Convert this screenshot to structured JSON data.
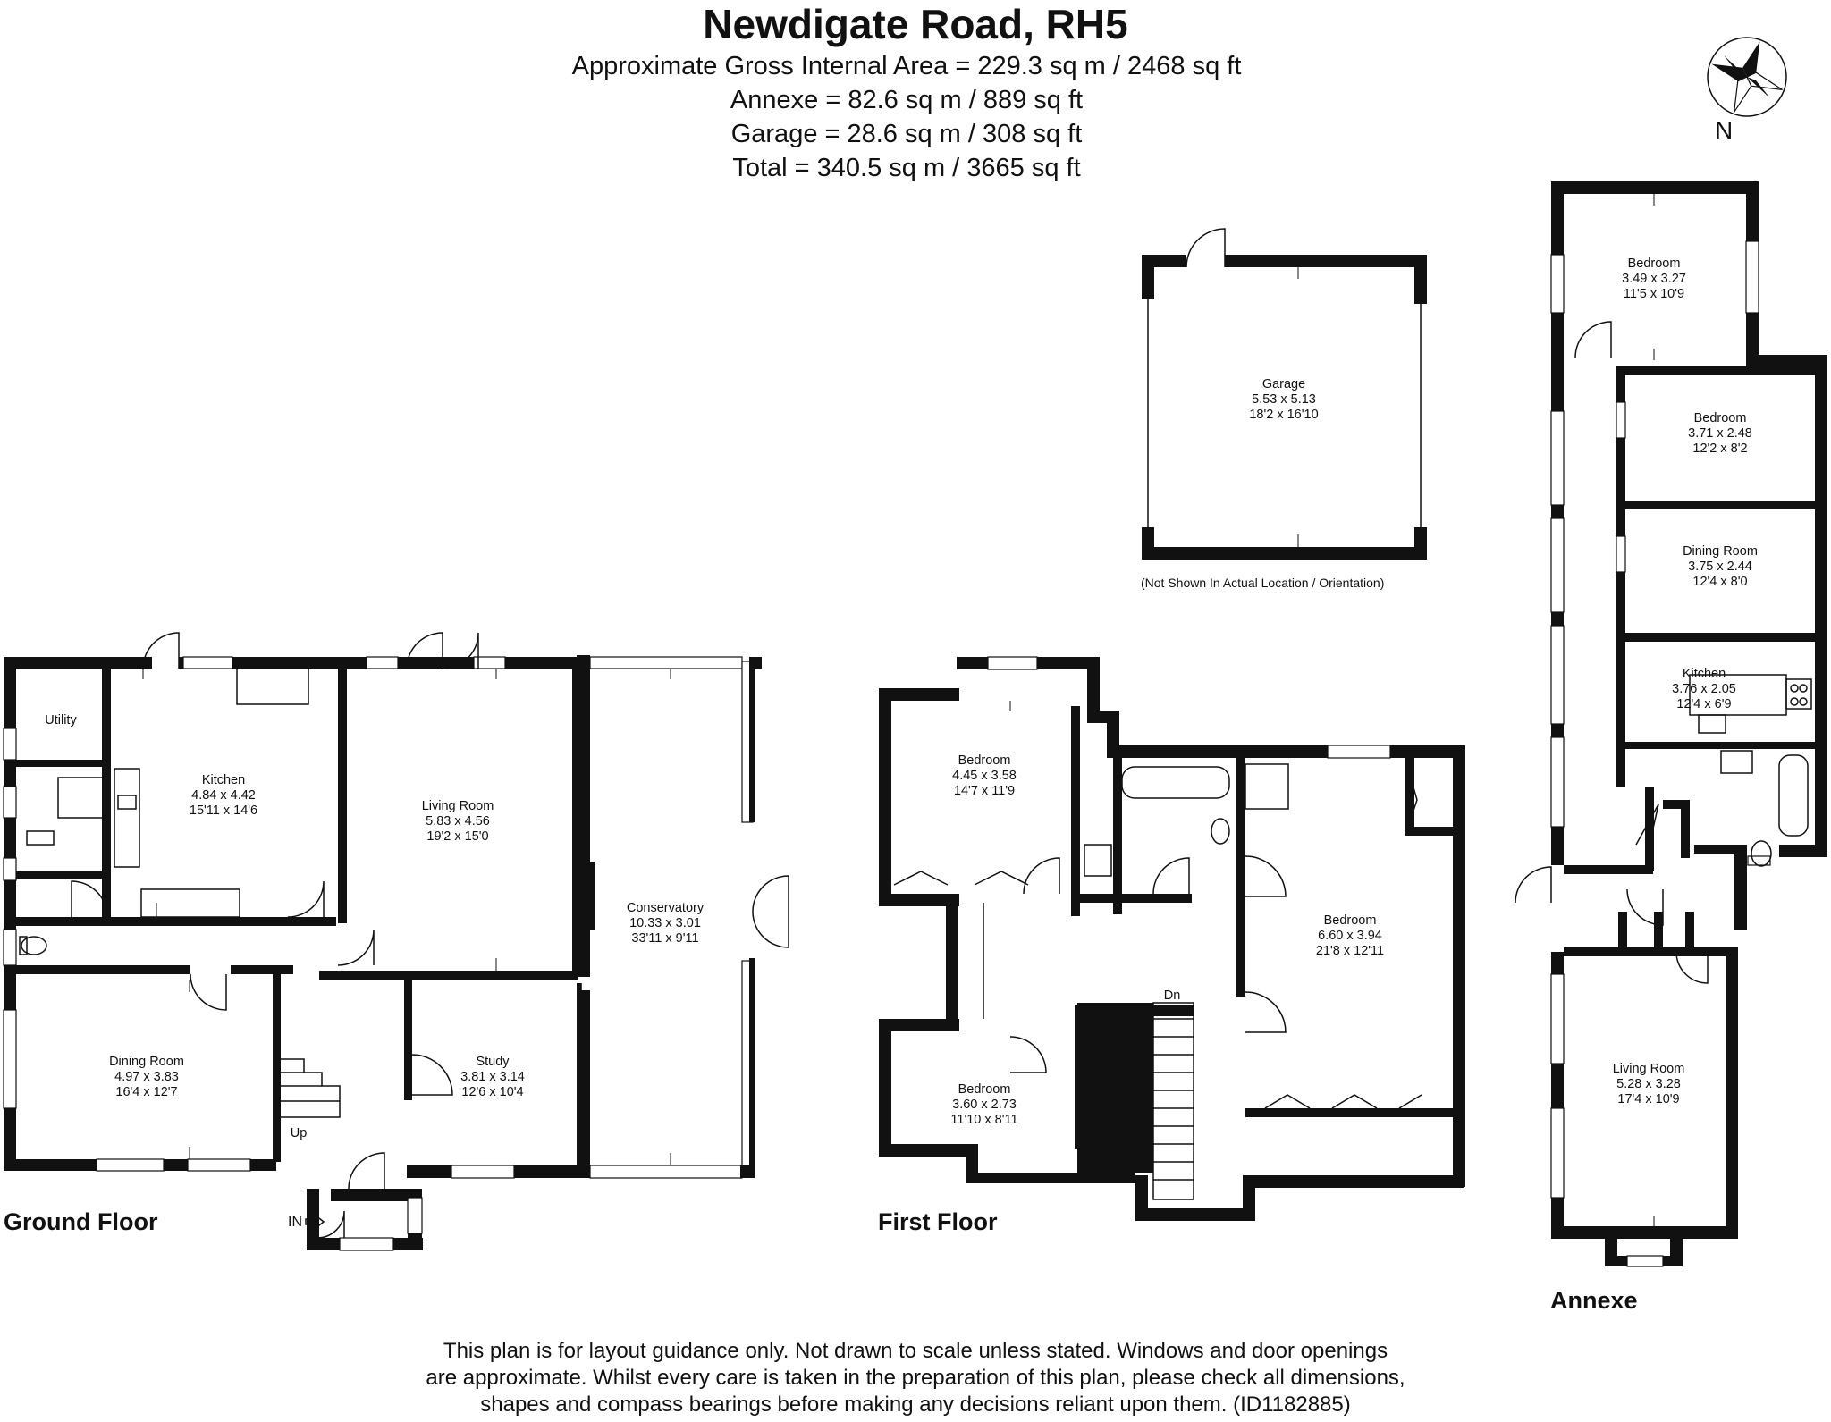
{
  "title": "Newdigate Road, RH5",
  "areas": [
    "Approximate Gross Internal Area = 229.3 sq m / 2468 sq ft",
    "Annexe = 82.6 sq m / 889 sq ft",
    "Garage = 28.6 sq m / 308 sq ft",
    "Total = 340.5 sq m / 3665 sq ft"
  ],
  "compass": {
    "label": "N",
    "icon": "compass-star-icon"
  },
  "floors": {
    "ground": "Ground Floor",
    "first": "First Floor",
    "annexe": "Annexe"
  },
  "garage_note": "(Not Shown In Actual Location / Orientation)",
  "markers": {
    "up": "Up",
    "down": "Dn",
    "entrance": "IN"
  },
  "rooms": {
    "utility": {
      "name": "Utility"
    },
    "kitchen": {
      "name": "Kitchen",
      "metric": "4.84 x 4.42",
      "imperial": "15'11 x 14'6"
    },
    "living_room": {
      "name": "Living Room",
      "metric": "5.83 x 4.56",
      "imperial": "19'2 x 15'0"
    },
    "conservatory": {
      "name": "Conservatory",
      "metric": "10.33 x 3.01",
      "imperial": "33'11 x 9'11"
    },
    "dining_room": {
      "name": "Dining Room",
      "metric": "4.97 x 3.83",
      "imperial": "16'4 x 12'7"
    },
    "study": {
      "name": "Study",
      "metric": "3.81 x 3.14",
      "imperial": "12'6 x 10'4"
    },
    "ff_bedroom_1": {
      "name": "Bedroom",
      "metric": "4.45 x 3.58",
      "imperial": "14'7 x 11'9"
    },
    "ff_bedroom_2": {
      "name": "Bedroom",
      "metric": "6.60 x 3.94",
      "imperial": "21'8 x 12'11"
    },
    "ff_bedroom_3": {
      "name": "Bedroom",
      "metric": "3.60 x 2.73",
      "imperial": "11'10 x 8'11"
    },
    "garage": {
      "name": "Garage",
      "metric": "5.53 x 5.13",
      "imperial": "18'2 x 16'10"
    },
    "annexe_bedroom_1": {
      "name": "Bedroom",
      "metric": "3.49 x 3.27",
      "imperial": "11'5 x 10'9"
    },
    "annexe_bedroom_2": {
      "name": "Bedroom",
      "metric": "3.71 x 2.48",
      "imperial": "12'2 x 8'2"
    },
    "annexe_dining_room": {
      "name": "Dining Room",
      "metric": "3.75 x 2.44",
      "imperial": "12'4 x 8'0"
    },
    "annexe_kitchen": {
      "name": "Kitchen",
      "metric": "3.76 x 2.05",
      "imperial": "12'4 x 6'9"
    },
    "annexe_living_room": {
      "name": "Living Room",
      "metric": "5.28 x 3.28",
      "imperial": "17'4 x 10'9"
    }
  },
  "disclaimer": [
    "This plan is for layout guidance only. Not drawn to scale unless stated. Windows and door openings",
    "are approximate. Whilst every care is taken in the preparation of this plan, please check all dimensions,",
    "shapes and compass bearings before making any decisions reliant upon them. (ID1182885)"
  ]
}
